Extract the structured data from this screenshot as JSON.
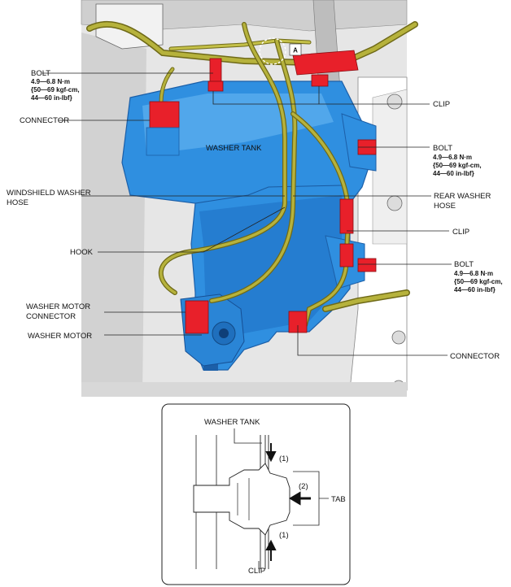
{
  "main_labels": {
    "bolt_upper": "BOLT",
    "bolt_right_upper": "BOLT",
    "bolt_right_lower": "BOLT",
    "torque_line1": "4.9—6.8 N·m",
    "torque_line2": "{50—69 kgf-cm,",
    "torque_line3": "44—60 in-lbf}",
    "connector_left": "CONNECTOR",
    "clip_upper": "CLIP",
    "washer_tank": "WASHER TANK",
    "windshield_hose_1": "WINDSHIELD WASHER",
    "windshield_hose_2": "HOSE",
    "rear_hose_1": "REAR WASHER",
    "rear_hose_2": "HOSE",
    "clip_middle": "CLIP",
    "hook": "HOOK",
    "washer_motor_connector_1": "WASHER MOTOR",
    "washer_motor_connector_2": "CONNECTOR",
    "washer_motor": "WASHER MOTOR",
    "connector_bottom": "CONNECTOR",
    "detail_callout": "A"
  },
  "detail_labels": {
    "washer_tank": "WASHER TANK",
    "step1_top": "(1)",
    "step2": "(2)",
    "step1_bottom": "(1)",
    "tab": "TAB",
    "clip": "CLIP"
  },
  "colors": {
    "tank": "#2f8fe0",
    "tank_dark": "#1c5fa8",
    "hose": "#b6b23c",
    "hose_dark": "#6f6a18",
    "red_part": "#e8202a",
    "frame_grey": "#c9c9c9"
  }
}
